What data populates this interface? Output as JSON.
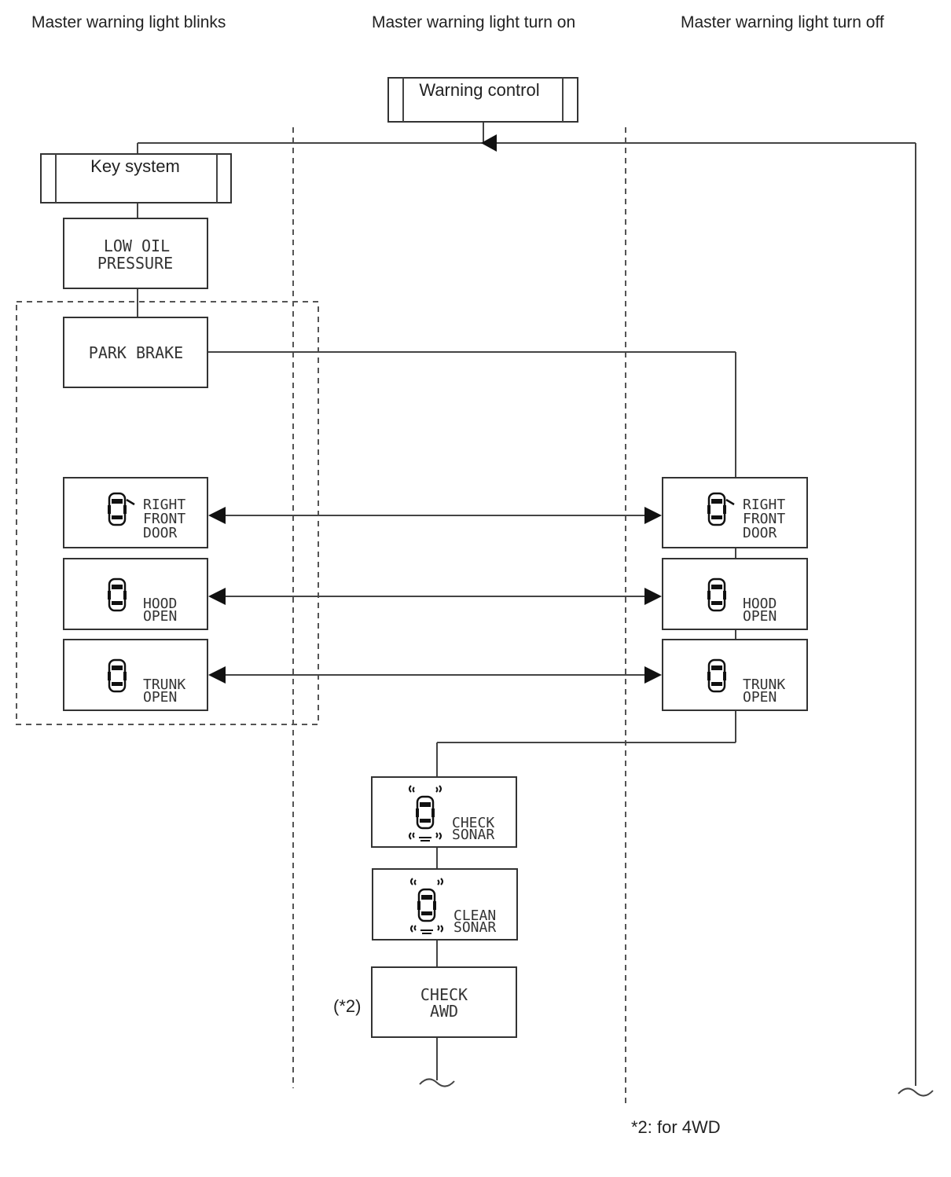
{
  "columns": {
    "blinks": "Master warning light blinks",
    "turn_on": "Master warning light turn on",
    "turn_off": "Master warning light turn off"
  },
  "systems": {
    "warning_control": "Warning control",
    "key_system": "Key system"
  },
  "warnings": {
    "low_oil": [
      "LOW OIL",
      "PRESSURE"
    ],
    "park_brake": "PARK BRAKE",
    "right_front_door": [
      "RIGHT",
      "FRONT",
      "DOOR"
    ],
    "hood_open": [
      "HOOD",
      "OPEN"
    ],
    "trunk_open": [
      "TRUNK",
      "OPEN"
    ],
    "check_sonar": [
      "CHECK",
      "SONAR"
    ],
    "clean_sonar": [
      "CLEAN",
      "SONAR"
    ],
    "check_awd": [
      "CHECK",
      "AWD"
    ]
  },
  "notes": {
    "awd_marker": "(*2)",
    "footnote": "*2: for 4WD"
  },
  "icons": {
    "door": "car-door-open-icon",
    "hood": "car-hood-icon",
    "trunk": "car-trunk-icon",
    "sonar": "car-sonar-icon"
  }
}
